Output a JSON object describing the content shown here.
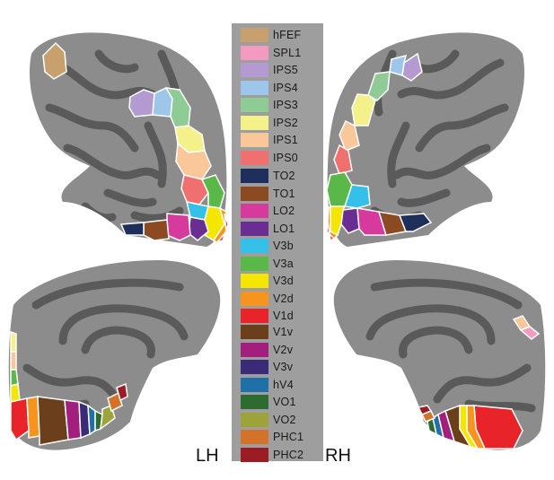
{
  "hemisphere_labels": {
    "left": "LH",
    "right": "RH"
  },
  "legend": {
    "groups": [
      {
        "items": [
          {
            "label": "hFEF",
            "color": "#c8a06e"
          },
          {
            "label": "SPL1",
            "color": "#f49ac1"
          },
          {
            "label": "IPS5",
            "color": "#b39ad0"
          },
          {
            "label": "IPS4",
            "color": "#9ec5ea"
          },
          {
            "label": "IPS3",
            "color": "#8fcc95"
          },
          {
            "label": "IPS2",
            "color": "#f4f08a"
          },
          {
            "label": "IPS1",
            "color": "#f9c79a"
          },
          {
            "label": "IPS0",
            "color": "#f07070"
          }
        ]
      },
      {
        "items": [
          {
            "label": "TO2",
            "color": "#1f2f5c"
          },
          {
            "label": "TO1",
            "color": "#8b4a22"
          },
          {
            "label": "LO2",
            "color": "#d63a9c"
          },
          {
            "label": "LO1",
            "color": "#6a2d91"
          },
          {
            "label": "V3b",
            "color": "#35c0ea"
          },
          {
            "label": "V3a",
            "color": "#5ab848"
          },
          {
            "label": "V3d",
            "color": "#f5e600"
          },
          {
            "label": "V2d",
            "color": "#f7941d"
          },
          {
            "label": "V1d",
            "color": "#e8232a"
          }
        ]
      },
      {
        "items": [
          {
            "label": "V1v",
            "color": "#6b3f1c"
          },
          {
            "label": "V2v",
            "color": "#a31f7e"
          },
          {
            "label": "V3v",
            "color": "#3b2a78"
          },
          {
            "label": "hV4",
            "color": "#1f70a8"
          },
          {
            "label": "VO1",
            "color": "#2e6b31"
          },
          {
            "label": "VO2",
            "color": "#9ca33a"
          },
          {
            "label": "PHC1",
            "color": "#d4722a"
          },
          {
            "label": "PHC2",
            "color": "#9c1c26"
          }
        ]
      }
    ]
  },
  "brain": {
    "gyri_color": "#8c8c8c",
    "sulci_color": "#5a5a5a"
  }
}
